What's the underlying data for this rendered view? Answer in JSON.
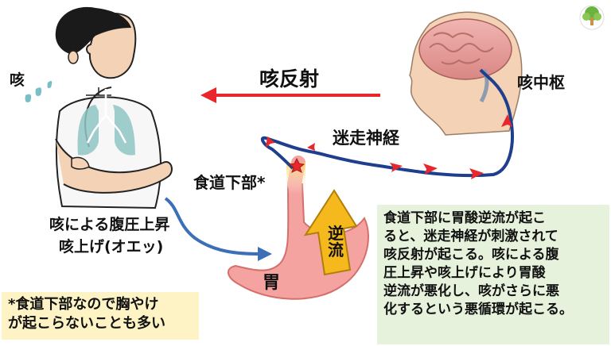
{
  "labels": {
    "cough": "咳",
    "cough_reflex": "咳反射",
    "cough_center": "咳中枢",
    "vagus_nerve": "迷走神経",
    "lower_esophagus": "食道下部*",
    "cough_effects_line1": "咳による腹圧上昇",
    "cough_effects_line2": "咳上げ(オエッ)",
    "reflux": "逆流",
    "stomach": "胃"
  },
  "note_box": {
    "lines": [
      "*食道下部なので胸やけ",
      "が起こらないことも多い"
    ],
    "background": "#fdf3c4"
  },
  "explanation_box": {
    "lines": [
      "食道下部に胃酸逆流が起こ",
      "ると、迷走神経が刺激されて",
      "咳反射が起こる。咳による腹",
      "圧上昇や咳上げにより胃酸",
      "逆流が悪化し、咳がさらに悪",
      "化するという悪循環が起こる。"
    ],
    "background": "#e6f2dc"
  },
  "colors": {
    "nerve": "#1f3f8c",
    "nerve_arrow": "#e8262c",
    "reflex_arrow": "#e8262c",
    "pressure_arrow": "#3c6fb8",
    "reflux_arrow": "#f6b91d",
    "stomach": "#f4a3a0",
    "lungs": "#8fc5c4",
    "logo": "#6bb341"
  },
  "icons": [
    "tree-logo-icon",
    "brain-icon",
    "person-coughing-icon",
    "stomach-icon",
    "lungs-icon"
  ]
}
